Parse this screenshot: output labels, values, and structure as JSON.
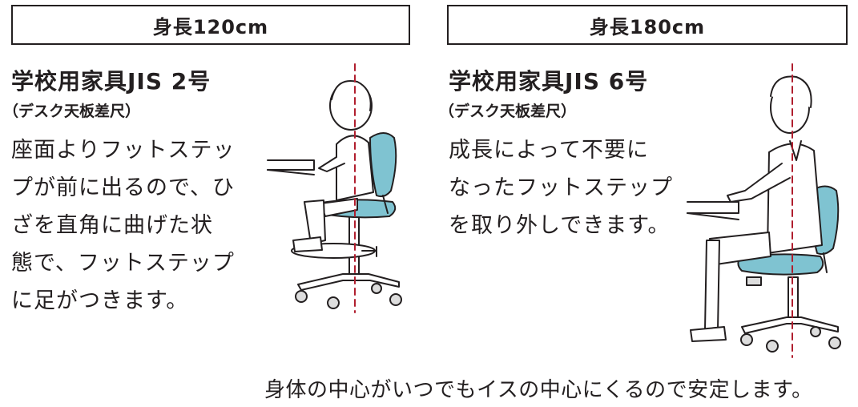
{
  "left": {
    "height_label": "身長120cm",
    "spec_title": "学校用家具JIS 2号",
    "spec_sub": "（デスク天板差尺）",
    "desc_lines": [
      "座面よりフットステッ",
      "プが前に出るので、ひ",
      "ざを直角に曲げた状",
      "態で、フットステップ",
      "に足がつきます。"
    ]
  },
  "right": {
    "height_label": "身長180cm",
    "spec_title": "学校用家具JIS 6号",
    "spec_sub": "（デスク天板差尺）",
    "desc_lines": [
      "成長によって不要に",
      "なったフットステップ",
      "を取り外しできます。"
    ]
  },
  "caption": "身体の中心がいつでもイスの中心にくるので安定します。",
  "colors": {
    "seat_blue": "#7fc3d1",
    "center_line": "#b01e2e",
    "line": "#231f20"
  }
}
